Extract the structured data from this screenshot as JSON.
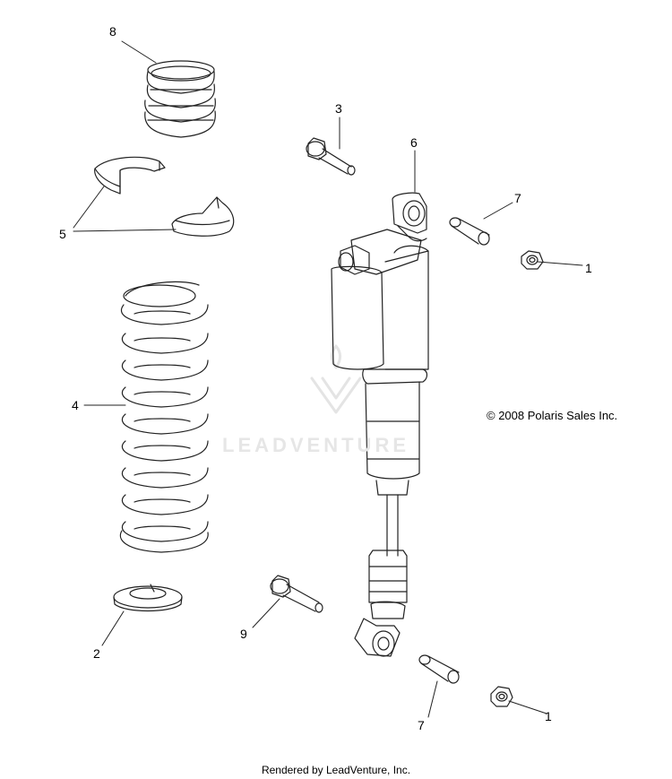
{
  "callouts": {
    "c8": "8",
    "c3": "3",
    "c6": "6",
    "c5": "5",
    "c7a": "7",
    "c1a": "1",
    "c4": "4",
    "c9": "9",
    "c2": "2",
    "c7b": "7",
    "c1b": "1"
  },
  "copyright": "© 2008 Polaris Sales Inc.",
  "watermark": "LEADVENTURE",
  "footer": "Rendered by LeadVenture, Inc.",
  "colors": {
    "line": "#222222",
    "watermark": "#e6e6e6"
  }
}
